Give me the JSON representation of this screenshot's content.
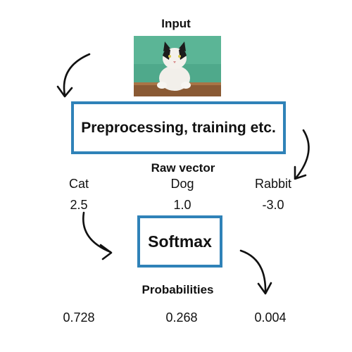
{
  "input_label": "Input",
  "process_label": "Preprocessing, training etc.",
  "raw_vector_label": "Raw vector",
  "classes": [
    "Cat",
    "Dog",
    "Rabbit"
  ],
  "raw_values": [
    "2.5",
    "1.0",
    "-3.0"
  ],
  "softmax_label": "Softmax",
  "probabilities_label": "Probabilities",
  "probabilities": [
    "0.728",
    "0.268",
    "0.004"
  ],
  "colors": {
    "box_border": "#2f82b8",
    "arrow": "#111111",
    "photo_bg": "#4fa98b"
  }
}
